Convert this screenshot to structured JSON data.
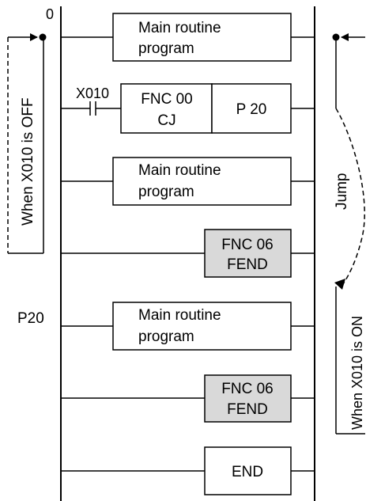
{
  "step_number": "0",
  "contact_label": "X010",
  "pointer_label": "P20",
  "instructions": {
    "main_routine_1": {
      "line1": "Main routine",
      "line2": "program"
    },
    "cj": {
      "line1": "FNC 00",
      "line2": "CJ",
      "operand": "P 20"
    },
    "main_routine_2": {
      "line1": "Main routine",
      "line2": "program"
    },
    "fend_1": {
      "line1": "FNC 06",
      "line2": "FEND"
    },
    "main_routine_3": {
      "line1": "Main routine",
      "line2": "program"
    },
    "fend_2": {
      "line1": "FNC 06",
      "line2": "FEND"
    },
    "end": {
      "label": "END"
    }
  },
  "annotations": {
    "off_path": "When X010 is OFF",
    "jump": "Jump",
    "on_path": "When X010 is ON"
  },
  "colors": {
    "fend_fill": "#d9d9d9",
    "line": "#000000",
    "background": "#ffffff"
  }
}
